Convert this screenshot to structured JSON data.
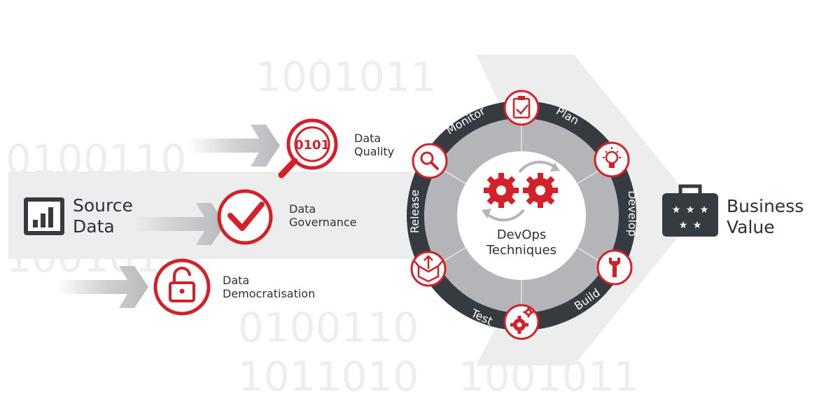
{
  "watermarks": [
    "1001011",
    "0100110",
    "1001011",
    "1001011",
    "0100110",
    "1011010",
    "1001011"
  ],
  "source": {
    "line1": "Source",
    "line2": "Data"
  },
  "inputs": [
    {
      "line1": "Data",
      "line2": "Quality",
      "badge": "0101"
    },
    {
      "line1": "Data",
      "line2": "Governance"
    },
    {
      "line1": "Data",
      "line2": "Democratisation"
    }
  ],
  "center": {
    "line1": "DevOps",
    "line2": "Techniques"
  },
  "cycle": [
    "Plan",
    "Develop",
    "Build",
    "Test",
    "Release",
    "Monitor"
  ],
  "output": {
    "line1": "Business",
    "line2": "Value"
  },
  "colors": {
    "red": "#d42129",
    "dark": "#363b41",
    "grey": "#b3b5b8",
    "light": "#ececec",
    "arrow": "#c4c6c8"
  },
  "icons": [
    "bar-chart-icon",
    "magnifier-binary-icon",
    "checkmark-icon",
    "padlock-icon",
    "gears-icon",
    "clipboard-check-icon",
    "lightbulb-icon",
    "wrench-icon",
    "gear-icon",
    "open-box-icon",
    "search-icon",
    "briefcase-stars-icon"
  ]
}
